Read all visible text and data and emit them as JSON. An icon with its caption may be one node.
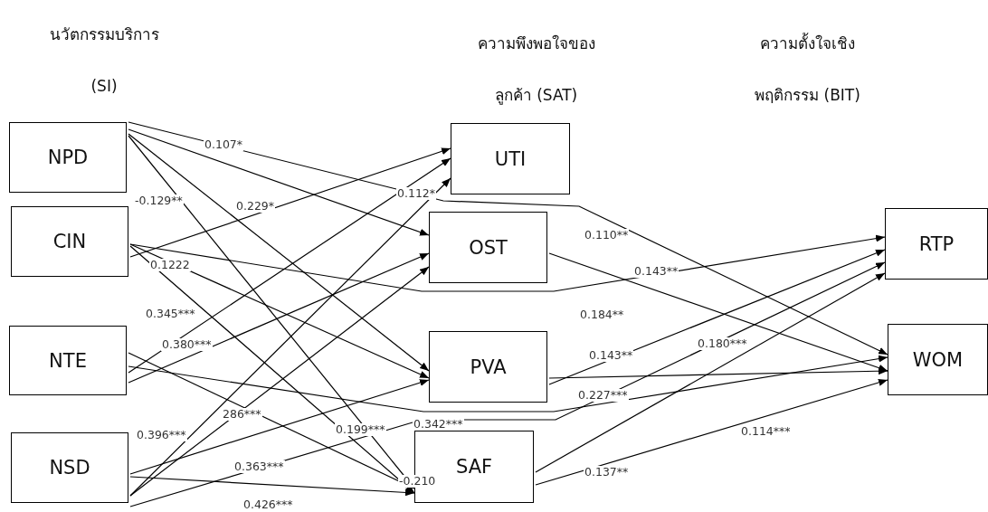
{
  "diagram": {
    "nodes": [
      {
        "text": [
          "NPD"
        ]
      },
      {
        "text": [
          "CIN"
        ]
      },
      {
        "text": [
          "NTE"
        ]
      },
      {
        "text": [
          "NSD"
        ]
      },
      {
        "text": [
          "UTI"
        ]
      },
      {
        "text": [
          "OST"
        ]
      },
      {
        "text": [
          "PVA"
        ]
      },
      {
        "text": [
          "SAF"
        ]
      },
      {
        "text": [
          "RTP"
        ]
      },
      {
        "text": [
          "WOM"
        ]
      }
    ],
    "edges": [
      {
        "from": 0,
        "to": 5,
        "arrow": "to"
      },
      {
        "from": 0,
        "to": 9,
        "arrow": "to"
      },
      {
        "from": 0,
        "to": 6,
        "arrow": "to"
      },
      {
        "from": 0,
        "to": 7,
        "arrow": "to"
      },
      {
        "from": 1,
        "to": 4,
        "arrow": "to"
      },
      {
        "from": 1,
        "to": 8,
        "arrow": "to"
      },
      {
        "from": 1,
        "to": 6,
        "arrow": "to"
      },
      {
        "from": 1,
        "to": 7,
        "arrow": "to"
      },
      {
        "from": 2,
        "to": 4,
        "arrow": "to"
      },
      {
        "from": 2,
        "to": 5,
        "arrow": "to"
      },
      {
        "from": 2,
        "to": 9,
        "arrow": "to"
      },
      {
        "from": 2,
        "to": 7,
        "arrow": "to"
      },
      {
        "from": 3,
        "to": 4,
        "arrow": "to"
      },
      {
        "from": 3,
        "to": 5,
        "arrow": "to"
      },
      {
        "from": 3,
        "to": 6,
        "arrow": "to"
      },
      {
        "from": 3,
        "to": 7,
        "arrow": "to"
      },
      {
        "from": 3,
        "to": 8,
        "arrow": "to"
      },
      {
        "from": 5,
        "to": 9,
        "arrow": "to"
      },
      {
        "from": 6,
        "to": 8,
        "arrow": "to"
      },
      {
        "from": 6,
        "to": 9,
        "arrow": "to"
      },
      {
        "from": 7,
        "to": 8,
        "arrow": "to"
      },
      {
        "from": 7,
        "to": 9,
        "arrow": "to"
      }
    ],
    "labels": [
      "นวัตกรรมบริการ (SI)",
      "ความพึงพอใจของ ลูกค้า (SAT)",
      "ความตั้งใจเชิง พฤติกรรม (BIT)",
      "0.107*",
      "-0.129**",
      "0.229*",
      "0.112*",
      "0.110**",
      "0.1222",
      "0.143**",
      "0.345***",
      "0.184**",
      "0.380***",
      "0.180***",
      "0.143**",
      "0.227***",
      "286***",
      "0.396***",
      "0.199***",
      "0.342***",
      "0.114***",
      "0.363***",
      "-0.210",
      "0.137**",
      "0.426***"
    ]
  }
}
